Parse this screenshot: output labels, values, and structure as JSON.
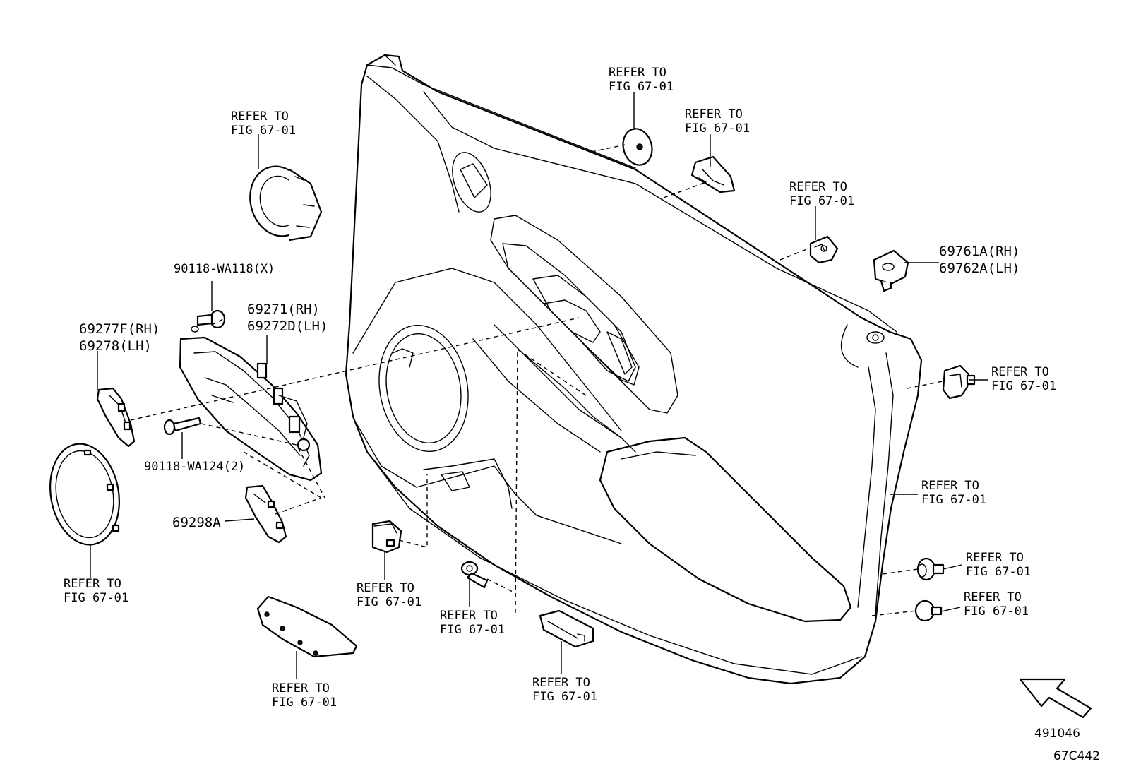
{
  "labels": {
    "refer_tweeter": [
      "REFER TO",
      "FIG 67-01"
    ],
    "refer_cap_top": [
      "REFER TO",
      "FIG 67-01"
    ],
    "refer_clip_top": [
      "REFER TO",
      "FIG 67-01"
    ],
    "refer_clip_mid": [
      "REFER TO",
      "FIG 67-01"
    ],
    "refer_clip_right": [
      "REFER TO",
      "FIG 67-01"
    ],
    "refer_weatherstrip": [
      "REFER TO",
      "FIG 67-01"
    ],
    "refer_clip_low1": [
      "REFER TO",
      "FIG 67-01"
    ],
    "refer_clip_low2": [
      "REFER TO",
      "FIG 67-01"
    ],
    "refer_speaker_grille": [
      "REFER TO",
      "FIG 67-01"
    ],
    "refer_switch_base": [
      "REFER TO",
      "FIG 67-01"
    ],
    "refer_screw": [
      "REFER TO",
      "FIG 67-01"
    ],
    "refer_lower_trim": [
      "REFER TO",
      "FIG 67-01"
    ],
    "refer_pocket": [
      "REFER TO",
      "FIG 67-01"
    ],
    "p_90118_x": "90118-WA118(X)",
    "p_69271": [
      "69271(RH)",
      "69272D(LH)"
    ],
    "p_69277": [
      "69277F(RH)",
      "69278(LH)"
    ],
    "p_90118_2": "90118-WA124(2)",
    "p_69298": "69298A",
    "p_69761": [
      "69761A(RH)",
      "69762A(LH)"
    ]
  },
  "footer": {
    "illustration_id": "491046",
    "figure_code": "67C442"
  }
}
